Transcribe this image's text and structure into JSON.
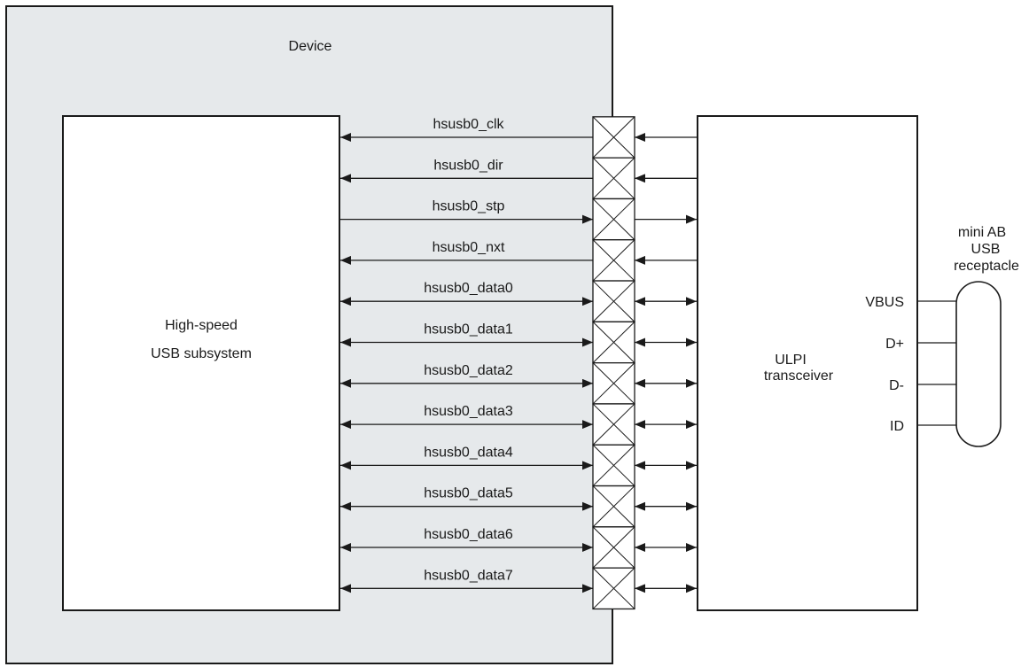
{
  "device": {
    "label": "Device",
    "fill": "#e6e9eb"
  },
  "subsystem": {
    "line1": "High-speed",
    "line2": "USB subsystem"
  },
  "transceiver": {
    "line1": "ULPI",
    "line2": "transceiver"
  },
  "connector": {
    "line1": "mini AB",
    "line2": "USB",
    "line3": "receptacle"
  },
  "signals": [
    {
      "name": "hsusb0_clk",
      "direction": "in"
    },
    {
      "name": "hsusb0_dir",
      "direction": "in"
    },
    {
      "name": "hsusb0_stp",
      "direction": "out"
    },
    {
      "name": "hsusb0_nxt",
      "direction": "in"
    },
    {
      "name": "hsusb0_data0",
      "direction": "bidir"
    },
    {
      "name": "hsusb0_data1",
      "direction": "bidir"
    },
    {
      "name": "hsusb0_data2",
      "direction": "bidir"
    },
    {
      "name": "hsusb0_data3",
      "direction": "bidir"
    },
    {
      "name": "hsusb0_data4",
      "direction": "bidir"
    },
    {
      "name": "hsusb0_data5",
      "direction": "bidir"
    },
    {
      "name": "hsusb0_data6",
      "direction": "bidir"
    },
    {
      "name": "hsusb0_data7",
      "direction": "bidir"
    }
  ],
  "pins": [
    "VBUS",
    "D+",
    "D-",
    "ID"
  ],
  "colors": {
    "line": "#1a1a1a",
    "box": "#ffffff"
  }
}
